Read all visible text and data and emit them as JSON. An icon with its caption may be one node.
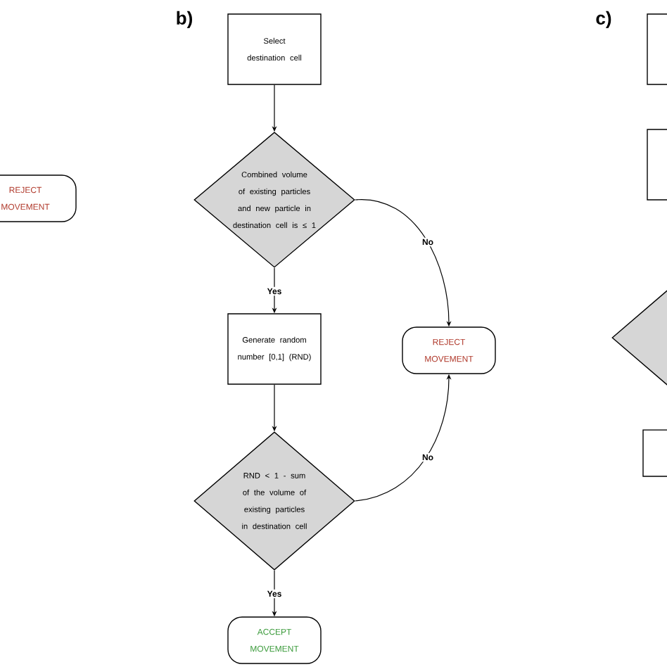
{
  "diagram": {
    "nodes": [
      {
        "text": [
          "REJECT MOVEMENT"
        ]
      },
      {
        "text": [
          "Select destination cell"
        ]
      },
      {
        "text": [
          "Combined volume of existing particles and new particle in destination cell is ≤ 1"
        ]
      },
      {
        "text": [
          "Generate random number [0,1] (RND)"
        ]
      },
      {
        "text": [
          "REJECT MOVEMENT"
        ]
      },
      {
        "text": [
          "RND < 1 - sum of the volume of existing particles in destination cell"
        ]
      },
      {
        "text": [
          "ACCEPT MOVEMENT"
        ]
      },
      {
        "text": [],
        "shape": "box"
      },
      {
        "text": [],
        "shape": "box"
      },
      {
        "text": [],
        "shape": "diamond"
      },
      {
        "text": [],
        "shape": "box"
      }
    ],
    "edges": [
      {
        "from": 1,
        "to": 2,
        "arrow": "to"
      },
      {
        "from": 2,
        "to": 4,
        "arrow": "to",
        "label": "No"
      },
      {
        "from": 2,
        "to": 3,
        "arrow": "to",
        "label": "Yes"
      },
      {
        "from": 3,
        "to": 5,
        "arrow": "to"
      },
      {
        "from": 5,
        "to": 4,
        "arrow": "to",
        "label": "No"
      },
      {
        "from": 5,
        "to": 6,
        "arrow": "to",
        "label": "Yes"
      }
    ],
    "labels": [
      "b)",
      "c)"
    ]
  }
}
